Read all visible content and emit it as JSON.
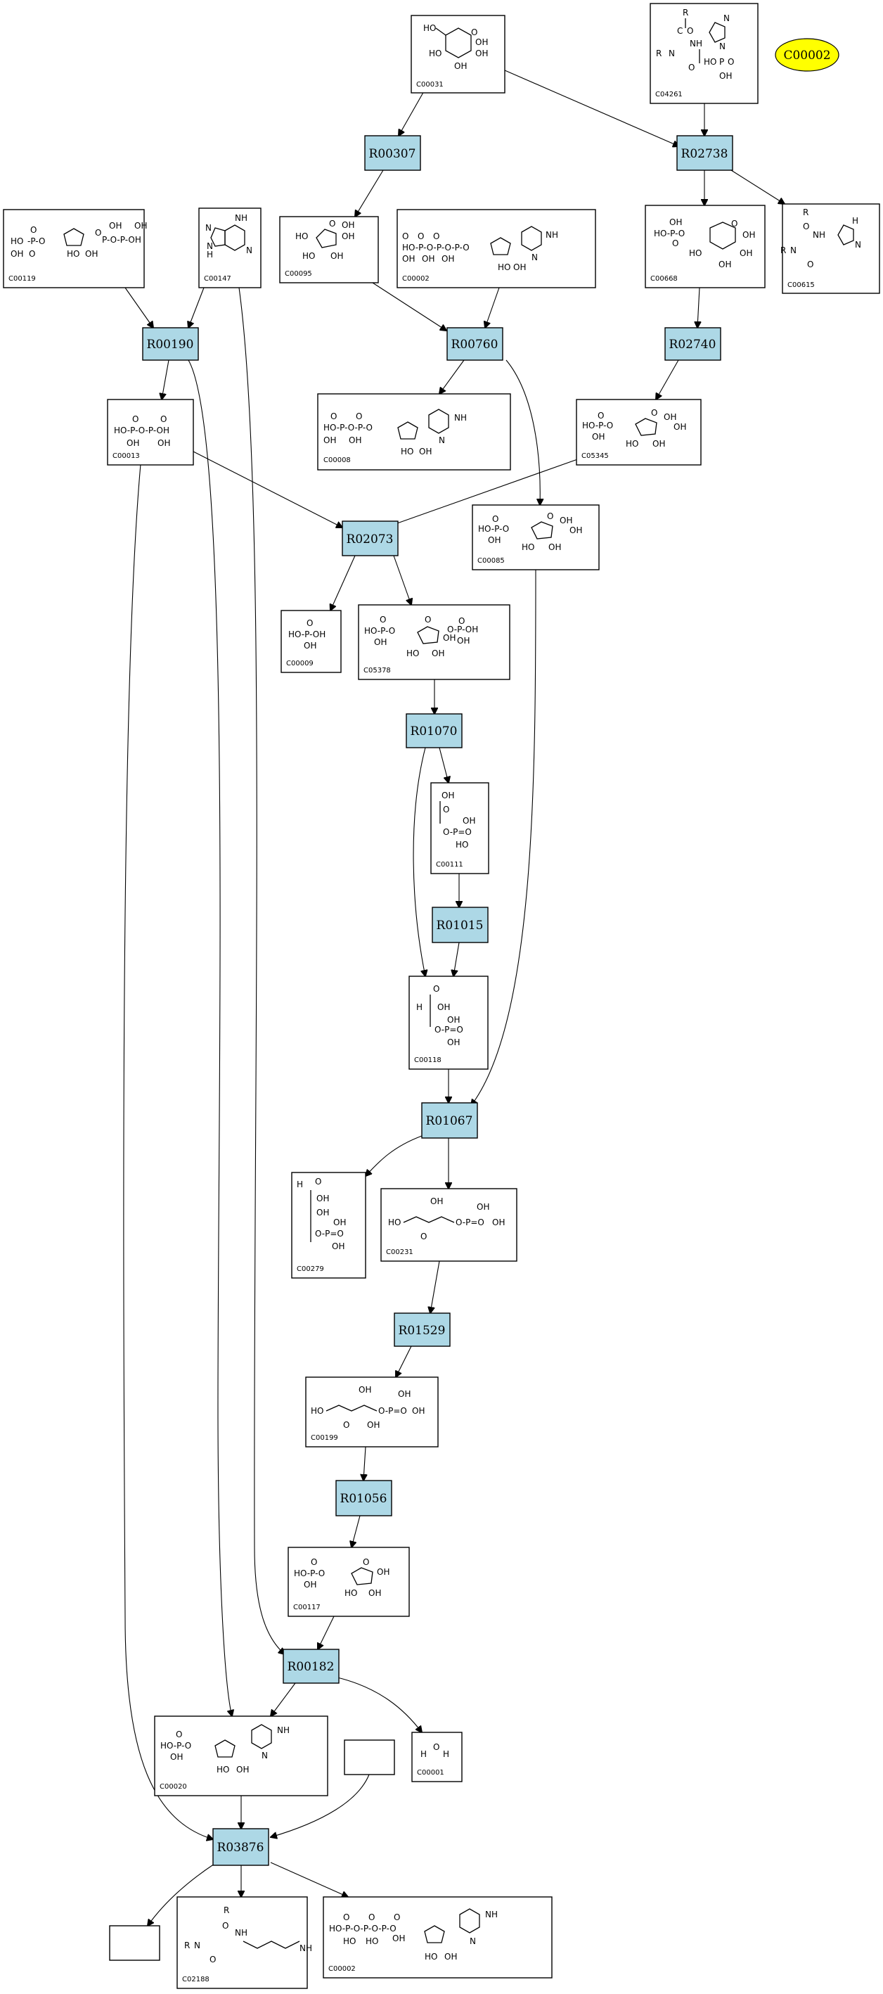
{
  "compounds": [
    {
      "id": "C00031",
      "label": "C00031"
    },
    {
      "id": "C04261",
      "label": "C04261"
    },
    {
      "id": "C00119",
      "label": "C00119"
    },
    {
      "id": "C00147",
      "label": "C00147"
    },
    {
      "id": "C00095",
      "label": "C00095"
    },
    {
      "id": "C00002a",
      "label": "C00002"
    },
    {
      "id": "C00668",
      "label": "C00668"
    },
    {
      "id": "C00615",
      "label": "C00615"
    },
    {
      "id": "C00013",
      "label": "C00013"
    },
    {
      "id": "C00008",
      "label": "C00008"
    },
    {
      "id": "C05345",
      "label": "C05345"
    },
    {
      "id": "C00085",
      "label": "C00085"
    },
    {
      "id": "C00009",
      "label": "C00009"
    },
    {
      "id": "C05378",
      "label": "C05378"
    },
    {
      "id": "C00111",
      "label": "C00111"
    },
    {
      "id": "C00118",
      "label": "C00118"
    },
    {
      "id": "C00279",
      "label": "C00279"
    },
    {
      "id": "C00231",
      "label": "C00231"
    },
    {
      "id": "C00199",
      "label": "C00199"
    },
    {
      "id": "C00117",
      "label": "C00117"
    },
    {
      "id": "C00020",
      "label": "C00020"
    },
    {
      "id": "C00001",
      "label": "C00001"
    },
    {
      "id": "C02188",
      "label": "C02188"
    },
    {
      "id": "C00002b",
      "label": "C00002"
    },
    {
      "id": "blank1",
      "label": ""
    },
    {
      "id": "blank2",
      "label": ""
    }
  ],
  "reactions": [
    {
      "id": "R00307",
      "label": "R00307"
    },
    {
      "id": "R02738",
      "label": "R02738"
    },
    {
      "id": "R00190",
      "label": "R00190"
    },
    {
      "id": "R00760",
      "label": "R00760"
    },
    {
      "id": "R02740",
      "label": "R02740"
    },
    {
      "id": "R02073",
      "label": "R02073"
    },
    {
      "id": "R01070",
      "label": "R01070"
    },
    {
      "id": "R01015",
      "label": "R01015"
    },
    {
      "id": "R01067",
      "label": "R01067"
    },
    {
      "id": "R01529",
      "label": "R01529"
    },
    {
      "id": "R01056",
      "label": "R01056"
    },
    {
      "id": "R00182",
      "label": "R00182"
    },
    {
      "id": "R03876",
      "label": "R03876"
    }
  ],
  "highlight": {
    "label": "C00002",
    "color": "#ffff00"
  },
  "colors": {
    "reaction_fill": "#add8e6",
    "box_fill": "#ffffff",
    "stroke": "#000000"
  }
}
